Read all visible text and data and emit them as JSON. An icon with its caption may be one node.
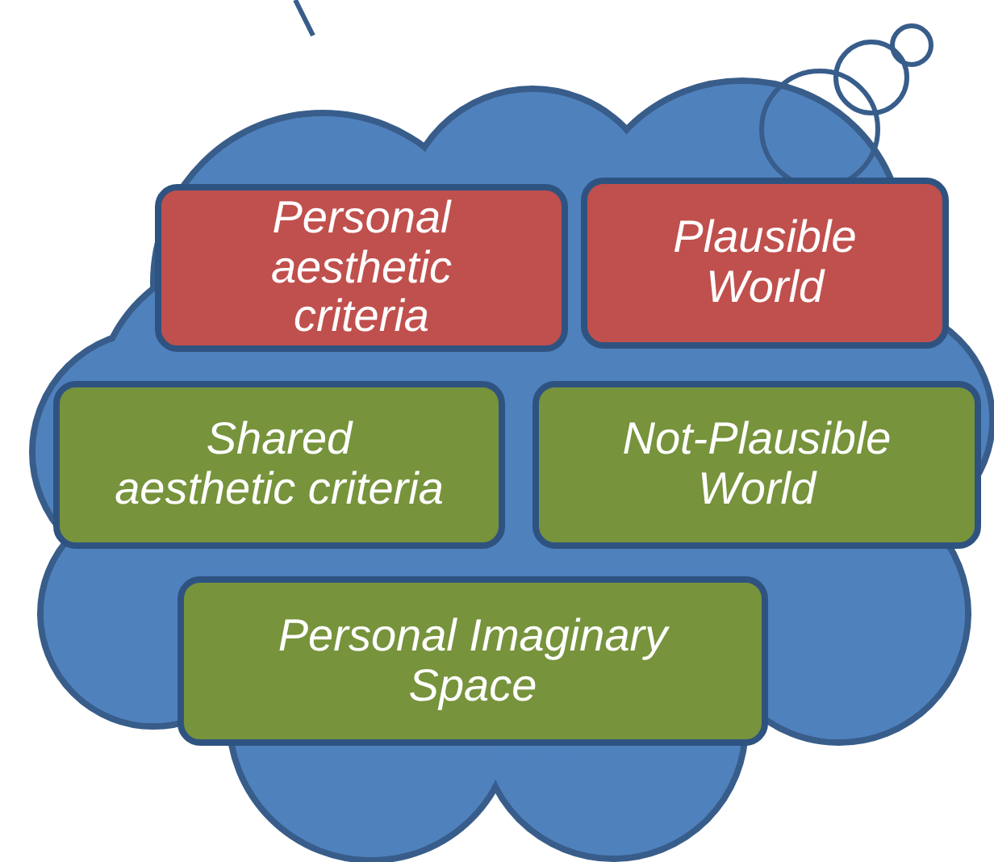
{
  "diagram": {
    "nodes": [
      {
        "text": [],
        "shape": "cloud"
      },
      {
        "text": [
          "Personal aesthetic criteria"
        ],
        "in": 0
      },
      {
        "text": [
          "Plausible World"
        ],
        "in": 0
      },
      {
        "text": [
          "Shared aesthetic criteria"
        ],
        "in": 0
      },
      {
        "text": [
          "Not-Plausible World"
        ],
        "in": 0
      },
      {
        "text": [
          "Personal Imaginary Space"
        ],
        "in": 0
      }
    ]
  }
}
